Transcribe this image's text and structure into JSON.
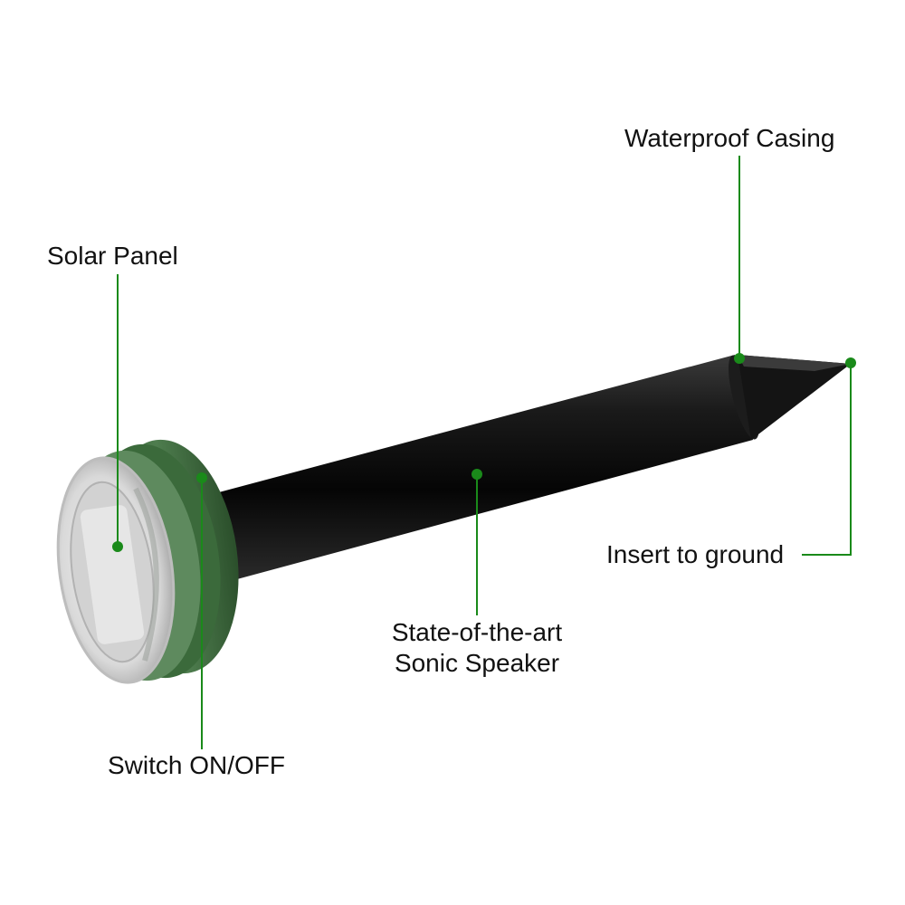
{
  "colors": {
    "callout": "#1a8a1a",
    "housing": "#3f6b3f",
    "stake": "#111111",
    "background": "#ffffff"
  },
  "callouts": {
    "solar_panel": "Solar Panel",
    "waterproof_casing": "Waterproof Casing",
    "insert_to_ground": "Insert to ground",
    "speaker_line1": "State-of-the-art",
    "speaker_line2": "Sonic Speaker",
    "switch": "Switch ON/OFF"
  }
}
